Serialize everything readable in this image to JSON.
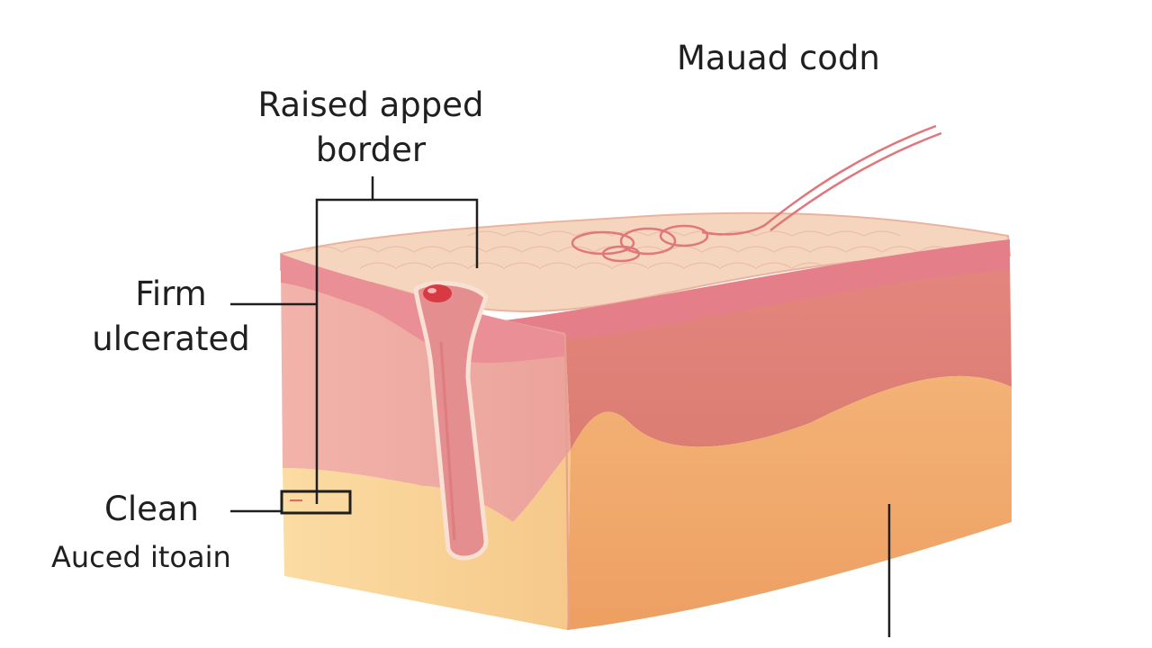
{
  "labels": {
    "top_right": "Mauad codn",
    "raised_line1": "Raised apped",
    "raised_line2": "border",
    "firm_line1": "Firm",
    "firm_line2": "ulcerated",
    "clean": "Clean",
    "bottom_left": "Auced itoain"
  },
  "colors": {
    "surface": "#f6d3bd",
    "epidermis": "#ea8f95",
    "dermis_front": "#efa9a3",
    "dermis_side": "#e28c80",
    "fat_front": "#f8cf93",
    "fat_side": "#f0a46a",
    "ulcer": "#d83a44",
    "line": "#1f1f1f"
  }
}
